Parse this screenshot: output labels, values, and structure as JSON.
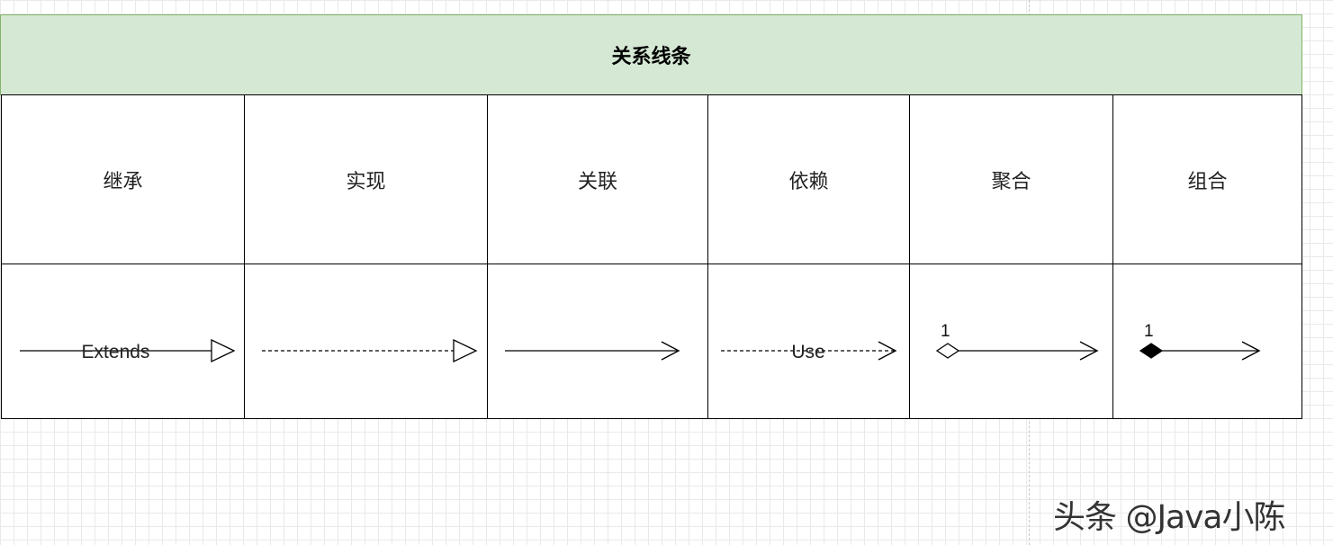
{
  "title": "关系线条",
  "relations": [
    {
      "name": "继承",
      "line": "solid",
      "head": "hollow-triangle",
      "label": "Extends",
      "multiplicity": "",
      "tail": "none"
    },
    {
      "name": "实现",
      "line": "dashed",
      "head": "hollow-triangle",
      "label": "",
      "multiplicity": "",
      "tail": "none"
    },
    {
      "name": "关联",
      "line": "solid",
      "head": "open-arrow",
      "label": "",
      "multiplicity": "",
      "tail": "none"
    },
    {
      "name": "依赖",
      "line": "dashed",
      "head": "open-arrow",
      "label": "Use",
      "multiplicity": "",
      "tail": "none"
    },
    {
      "name": "聚合",
      "line": "solid",
      "head": "open-arrow",
      "label": "",
      "multiplicity": "1",
      "tail": "hollow-diamond"
    },
    {
      "name": "组合",
      "line": "solid",
      "head": "open-arrow",
      "label": "",
      "multiplicity": "1",
      "tail": "filled-diamond"
    }
  ],
  "colors": {
    "header_fill": "#d5e8d4",
    "header_border": "#82b366",
    "line": "#000000"
  },
  "watermark": "头条 @Java小陈"
}
